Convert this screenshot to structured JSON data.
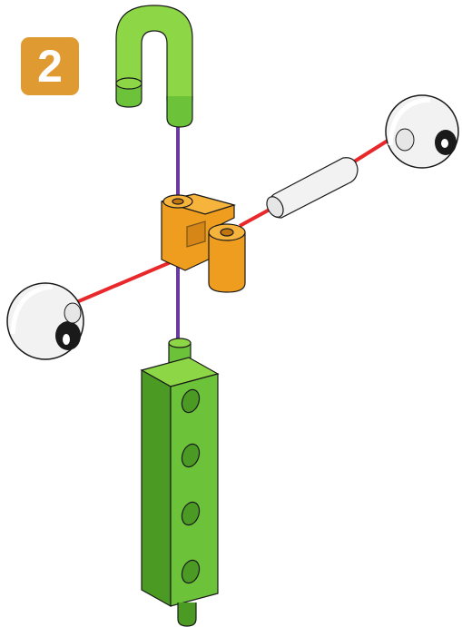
{
  "step": {
    "number": "2",
    "badge_color": "#e09a32"
  },
  "colors": {
    "green_light": "#8dd646",
    "green_mid": "#6cc33a",
    "green_dark": "#4a9a24",
    "orange_light": "#f7b43c",
    "orange_mid": "#ef9d1e",
    "orange_dark": "#c07511",
    "rod_red": "#e8282b",
    "rod_purple": "#6a3aa0",
    "tube_white": "#f2f2f2",
    "eye_pupil": "#1a1a1a",
    "outline": "#1a1a1a"
  },
  "parts": [
    {
      "name": "u-shaped-hook",
      "color": "green"
    },
    {
      "name": "orange-connector",
      "color": "orange"
    },
    {
      "name": "white-tube",
      "color": "white"
    },
    {
      "name": "eyeball",
      "count": 2
    },
    {
      "name": "green-beam",
      "holes": 4
    },
    {
      "name": "red-rod",
      "color": "red"
    },
    {
      "name": "purple-rod",
      "color": "purple"
    }
  ]
}
